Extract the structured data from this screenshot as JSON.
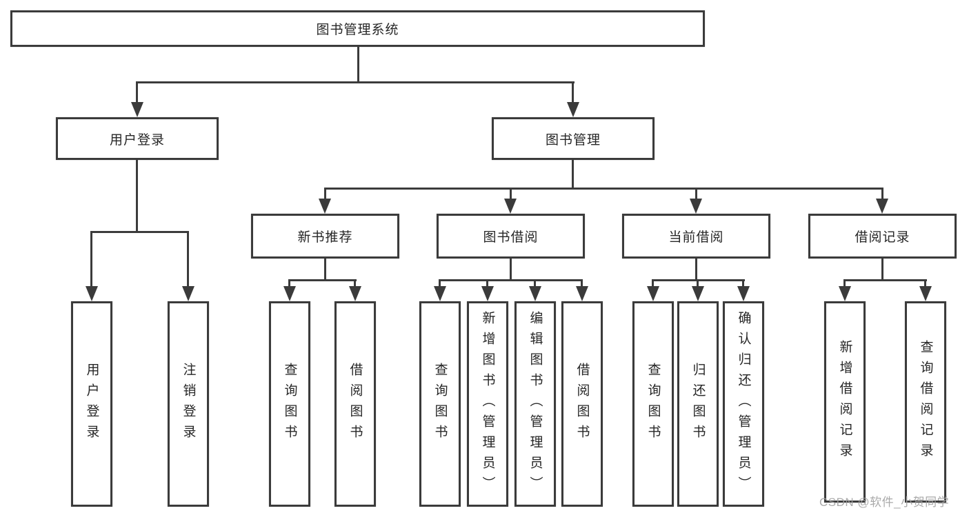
{
  "title": {
    "label": "图书管理系统"
  },
  "level2": {
    "user_login": {
      "label": "用户登录"
    },
    "book_mgmt": {
      "label": "图书管理"
    }
  },
  "level3": {
    "new_books": {
      "label": "新书推荐"
    },
    "book_borrow": {
      "label": "图书借阅"
    },
    "current_borrow": {
      "label": "当前借阅"
    },
    "borrow_records": {
      "label": "借阅记录"
    }
  },
  "leaves": {
    "user_login": [
      "用户登录",
      "注销登录"
    ],
    "new_books": [
      "查询图书",
      "借阅图书"
    ],
    "book_borrow": [
      "查询图书",
      "新增图书（管理员）",
      "编辑图书（管理员）",
      "借阅图书"
    ],
    "current_borrow": [
      "查询图书",
      "归还图书",
      "确认归还（管理员）"
    ],
    "borrow_records": [
      "新增借阅记录",
      "查询借阅记录"
    ]
  },
  "watermark": "CSDN @软件_小贺同学",
  "colors": {
    "line": "#3b3b3b",
    "text": "#262626",
    "watermark": "#a0a0a0",
    "background": "#ffffff"
  }
}
